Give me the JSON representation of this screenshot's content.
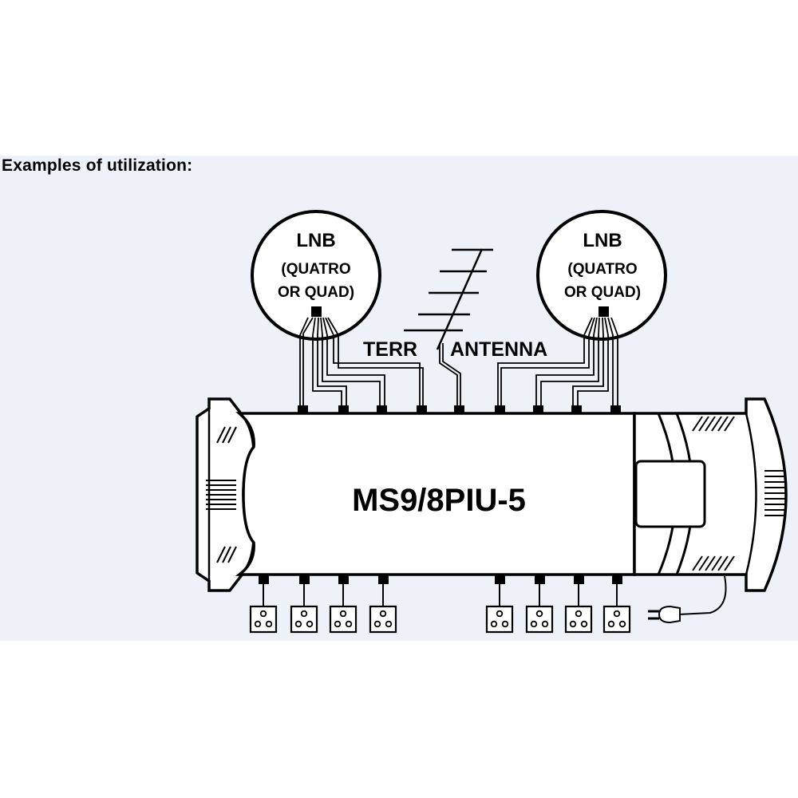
{
  "colors": {
    "panel": "#edf1f8",
    "ink": "#000000",
    "fill": "#ffffff"
  },
  "page": {
    "heading": "Examples of utilization:"
  },
  "diagram": {
    "lnb_left": {
      "title": "LNB",
      "line1": "(QUATRO",
      "line2": "OR QUAD)"
    },
    "lnb_right": {
      "title": "LNB",
      "line1": "(QUATRO",
      "line2": "OR QUAD)"
    },
    "terr_label": "TERR",
    "antenna_label": "ANTENNA",
    "device_model": "MS9/8PIU-5",
    "outputs": {
      "left_count": 4,
      "right_count": 4
    },
    "icons": {
      "lnb": "satellite-lnb-icon",
      "antenna": "yagi-antenna-icon",
      "socket": "tv-socket-icon",
      "plug": "power-plug-icon"
    }
  }
}
